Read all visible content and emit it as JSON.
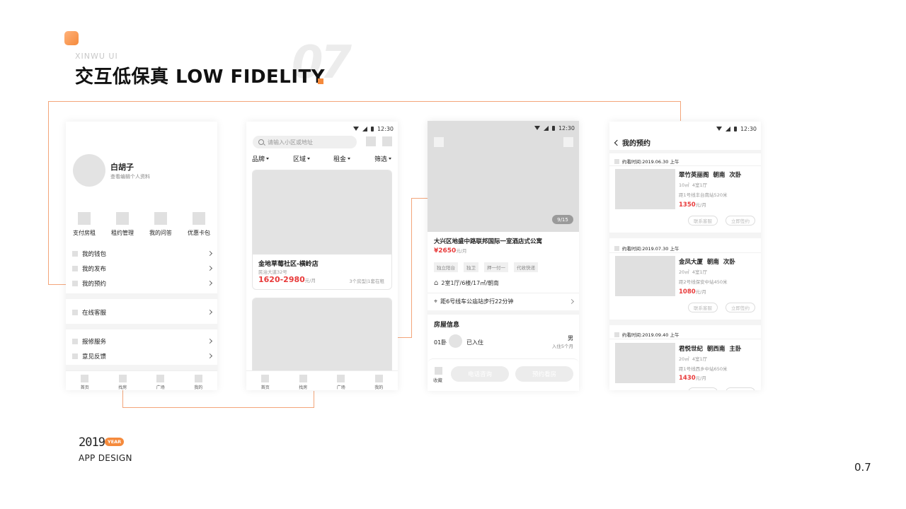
{
  "brand": {
    "sub": "XINWU UI",
    "big_number": "07",
    "title": "交互低保真 LOW FIDELITY"
  },
  "footer": {
    "year": "2019",
    "year_badge": "YEAR",
    "app_design": "APP DESIGN",
    "page": "0.7"
  },
  "status": {
    "time": "12:30"
  },
  "tabs": [
    "首页",
    "找房",
    "广场",
    "我的"
  ],
  "profile": {
    "name": "白胡子",
    "edit": "查看编辑个人资料",
    "quick": [
      "支付房租",
      "租约管理",
      "我的问答",
      "优惠卡包"
    ],
    "group1": [
      "我的钱包",
      "我的发布",
      "我的预约"
    ],
    "group2": [
      "在线客服"
    ],
    "group3": [
      "报修服务",
      "意见反馈"
    ]
  },
  "search": {
    "placeholder": "请输入小区或地址",
    "filters": [
      "品牌",
      "区域",
      "租金",
      "筛选"
    ],
    "listing": {
      "name": "金地草莓社区-横岭店",
      "address": "民治大道32号",
      "price": "1620-2980",
      "unit": "元/月",
      "meta": "3个房型|1套在租"
    }
  },
  "detail": {
    "counter": "9/15",
    "title": "大兴区地盛中路联邦国际一室酒店式公寓",
    "price": "¥2650",
    "unit": "元/月",
    "tags": [
      "独立阳台",
      "独卫",
      "押一付一",
      "代收快递"
    ],
    "layout": "2室1厅/6楼/17㎡/朝南",
    "transit": "距6号线车公庙站步行22分钟",
    "section": "房屋信息",
    "room": "01卧",
    "room_status": "已入住",
    "gender": "男",
    "since": "入住5个月",
    "favorite": "收藏",
    "call": "电话咨询",
    "book": "预约看房"
  },
  "bookings": {
    "title": "我的预约",
    "items": [
      {
        "time": "约看时间:2019.06.30 上午",
        "name": "翠竹英丽阁  朝南  次卧",
        "spec": "10㎡  4室1厅",
        "distance": "距1号线丰台南站520米",
        "price": "1350",
        "unit": "元/月"
      },
      {
        "time": "约看时间:2019.07.30 上午",
        "name": "金凤大厦  朝南  次卧",
        "spec": "20㎡  4室1厅",
        "distance": "距2号线保安中站450米",
        "price": "1080",
        "unit": "元/月"
      },
      {
        "time": "约看时间:2019.09.40 上午",
        "name": "君悦世纪  朝西南  主卧",
        "spec": "20㎡  4室1厅",
        "distance": "距1号线西乡中站650米",
        "price": "1430",
        "unit": "元/月"
      }
    ],
    "contact": "联系客服",
    "sign": "立即签约"
  },
  "colors": {
    "accent": "#f58a3c",
    "line": "#f3a57a",
    "price": "#e83a3a"
  }
}
